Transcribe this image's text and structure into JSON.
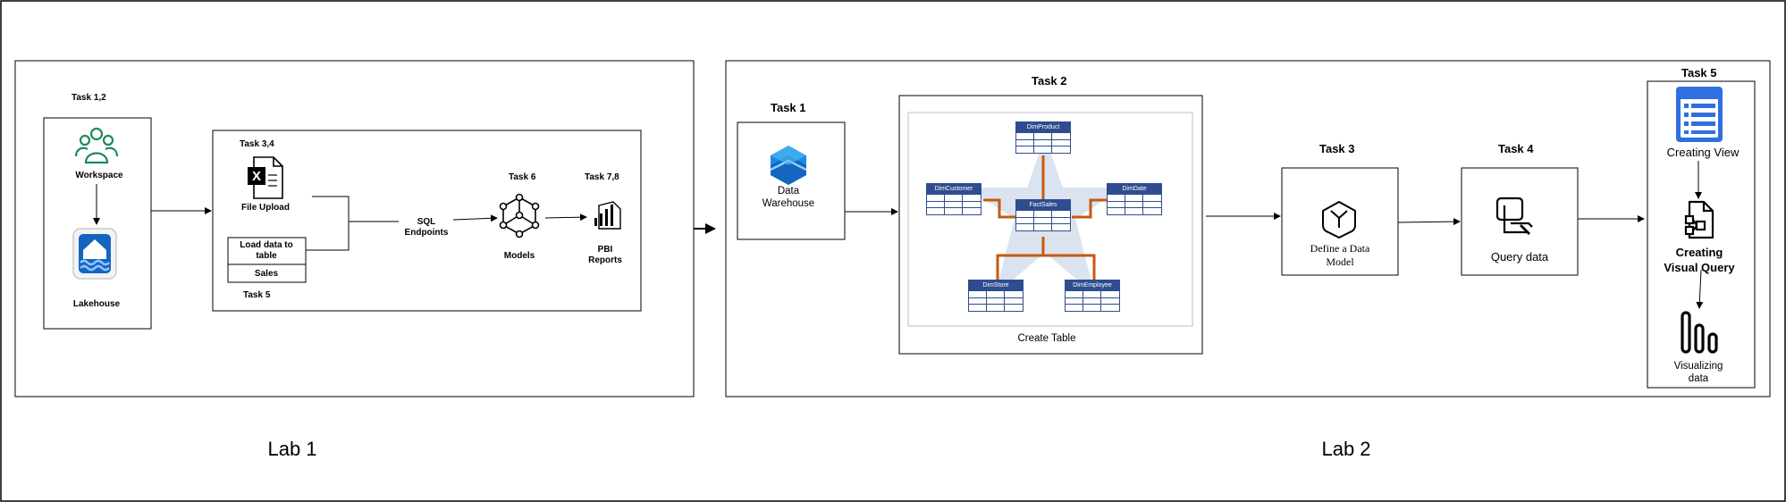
{
  "lab1": {
    "title": "Lab 1",
    "task_1_2": "Task 1,2",
    "workspace": "Workspace",
    "lakehouse": "Lakehouse",
    "task_3_4": "Task 3,4",
    "file_upload": "File Upload",
    "load_data_line1": "Load data to",
    "load_data_line2": "table",
    "sales": "Sales",
    "task_5": "Task 5",
    "sql_line1": "SQL",
    "sql_line2": "Endpoints",
    "task_6": "Task 6",
    "models": "Models",
    "task_7_8": "Task 7,8",
    "pbi_line1": "PBI",
    "pbi_line2": "Reports"
  },
  "lab2": {
    "title": "Lab 2",
    "task_1": "Task 1",
    "data_warehouse_line1": "Data",
    "data_warehouse_line2": "Warehouse",
    "task_2": "Task 2",
    "create_table": "Create Table",
    "tables": {
      "dim_product": "DimProduct",
      "dim_customer": "DimCustomer",
      "dim_date": "DimDate",
      "fact_sales": "FactSales",
      "dim_store": "DimStore",
      "dim_employee": "DimEmployee"
    },
    "task_3": "Task 3",
    "define_line1": "Define a Data",
    "define_line2": "Model",
    "task_4": "Task 4",
    "query_data": "Query data",
    "task_5": "Task 5",
    "creating_view": "Creating View",
    "visual_query_line1": "Creating",
    "visual_query_line2": "Visual Query",
    "visualizing_line1": "Visualizing",
    "visualizing_line2": "data"
  },
  "colors": {
    "table_header": "#2e4d8f",
    "relation_line": "#c55a11",
    "star_fill": "#dce3f0",
    "workspace_green": "#1e8a5a",
    "lakehouse_blue": "#1565c0",
    "warehouse_blue": "#1e88e5",
    "view_icon_blue": "#2f6fe0"
  },
  "icons": [
    "workspace-icon",
    "lakehouse-icon",
    "excel-file-icon",
    "models-icon",
    "pbi-reports-icon",
    "data-warehouse-icon",
    "data-model-icon",
    "query-data-icon",
    "creating-view-icon",
    "visual-query-icon",
    "visualizing-data-icon"
  ]
}
